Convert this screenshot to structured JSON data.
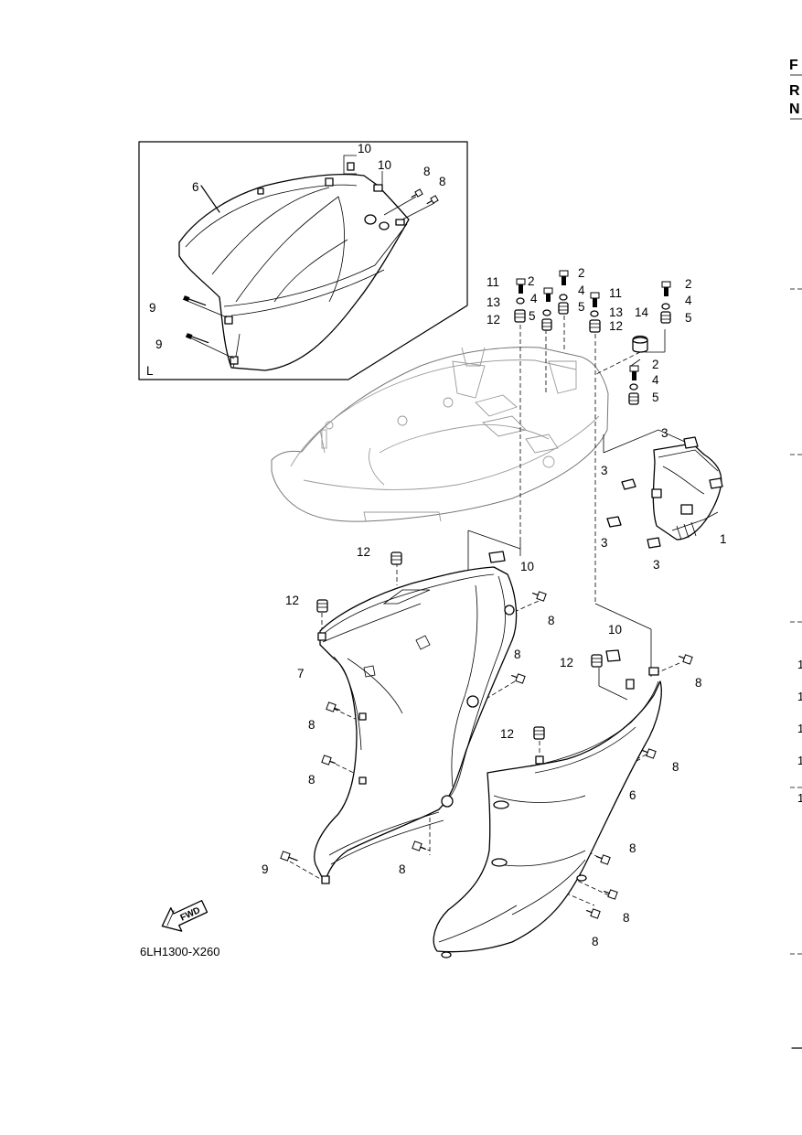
{
  "header_right": [
    "F",
    "R",
    "N"
  ],
  "inset_view_label": "L",
  "diagram_code": "6LH1300-X260",
  "fwd_label": "FWD",
  "margin_numbers": [
    "1",
    "1",
    "1",
    "1",
    "1"
  ],
  "part_labels": {
    "p1": "1",
    "p2": "2",
    "p3": "3",
    "p4": "4",
    "p5": "5",
    "p6": "6",
    "p7": "7",
    "p8": "8",
    "p9": "9",
    "p10": "10",
    "p11": "11",
    "p12": "12",
    "p13": "13",
    "p14": "14"
  }
}
